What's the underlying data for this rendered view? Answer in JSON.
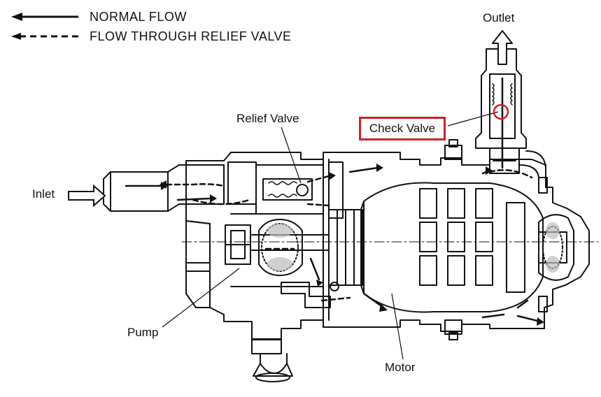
{
  "legend": {
    "normal_flow": "NORMAL FLOW",
    "relief_flow": "FLOW THROUGH RELIEF VALVE"
  },
  "labels": {
    "outlet": "Outlet",
    "relief_valve": "Relief Valve",
    "check_valve": "Check Valve",
    "inlet": "Inlet",
    "pump": "Pump",
    "motor": "Motor"
  },
  "colors": {
    "line": "#111111",
    "highlight": "#d0202a",
    "background": "#ffffff"
  }
}
